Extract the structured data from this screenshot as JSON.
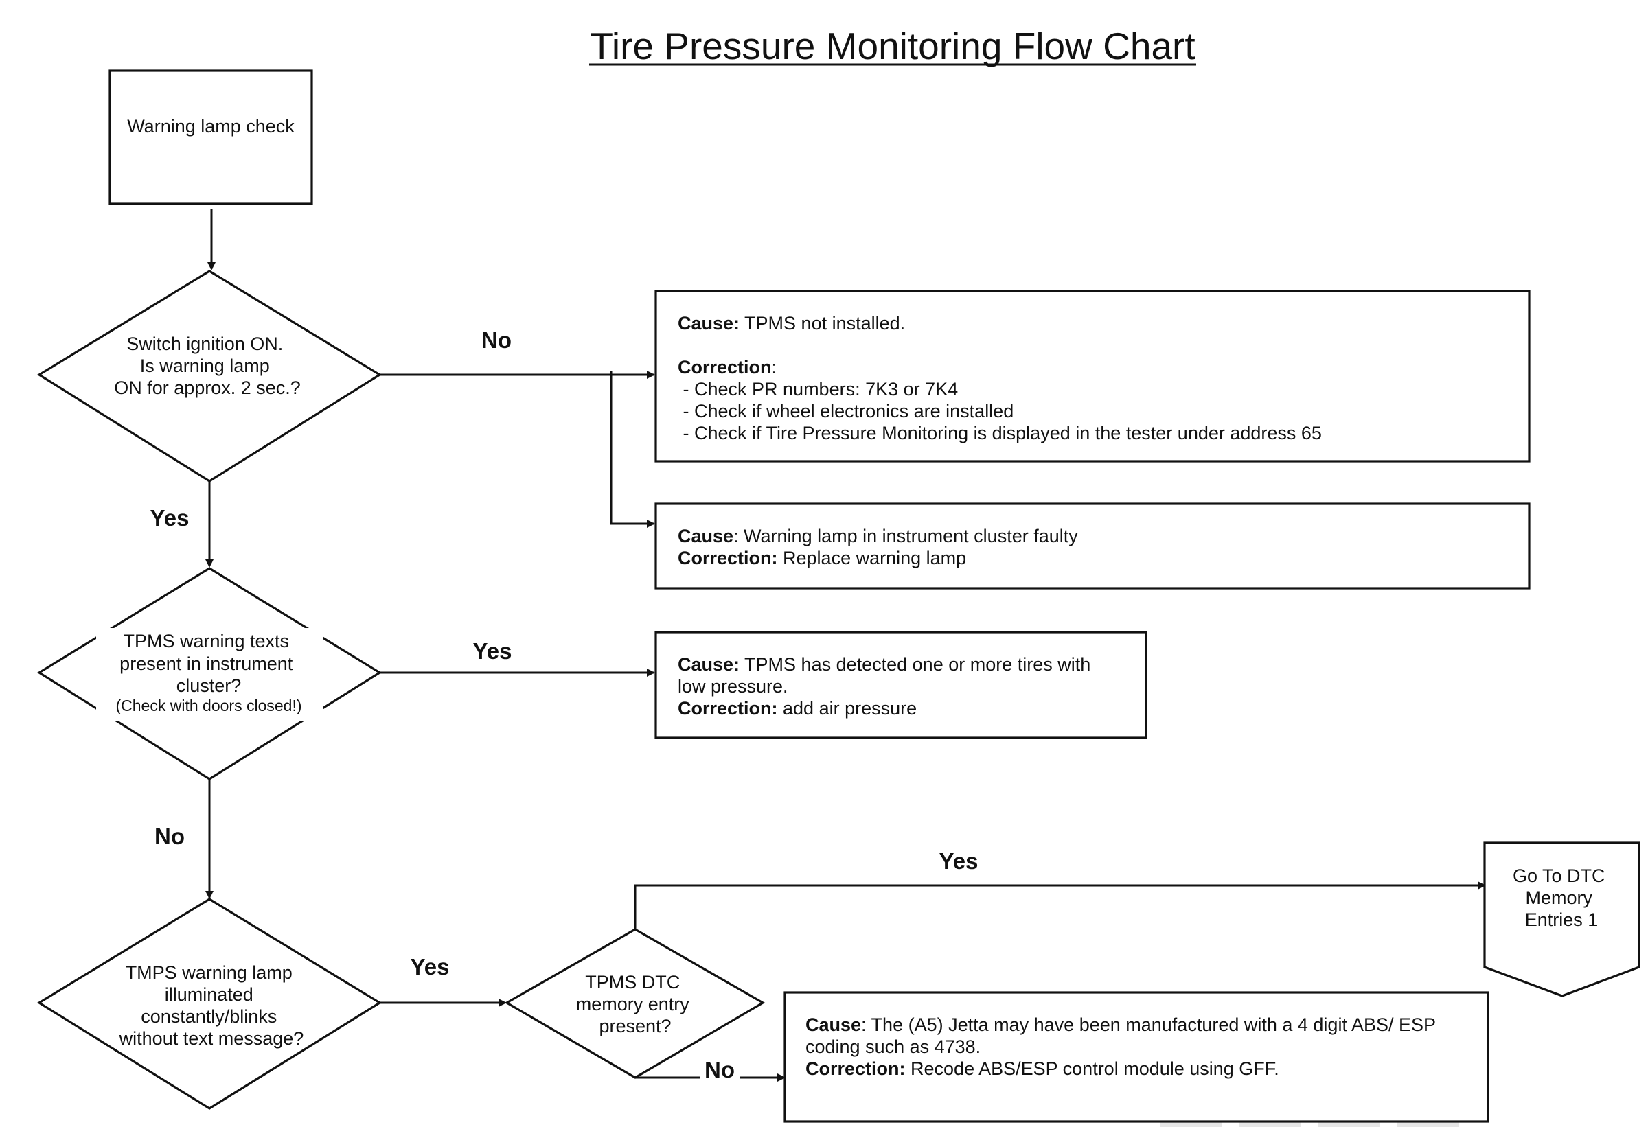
{
  "title": "Tire Pressure Monitoring Flow Chart",
  "nodes": {
    "start": "Warning lamp check",
    "d1": [
      "Switch ignition ON.",
      "Is warning lamp",
      "ON for approx. 2 sec.?"
    ],
    "d2": [
      "TPMS warning texts",
      "present in instrument",
      "cluster?",
      "(Check with doors closed!)"
    ],
    "d3": [
      "TMPS warning lamp",
      "illuminated",
      "constantly/blinks",
      "without text message?"
    ],
    "d4": [
      "TPMS DTC",
      "memory entry",
      "present?"
    ],
    "goto": [
      "Go To DTC",
      "Memory",
      "Entries 1"
    ]
  },
  "boxes": {
    "box1": {
      "cause_label": "Cause:",
      "cause_text": " TPMS not installed.",
      "correction_label": "Correction",
      "correction_suffix": ":",
      "items": [
        " - Check PR numbers: 7K3 or 7K4",
        " - Check if wheel electronics are installed",
        " - Check if Tire Pressure Monitoring is displayed in the tester under address 65"
      ]
    },
    "box2": {
      "cause_label": "Cause",
      "cause_text": ": Warning lamp in instrument cluster faulty",
      "correction_label": "Correction:",
      "correction_text": " Replace warning lamp"
    },
    "box3": {
      "cause_label": "Cause:",
      "cause_text": " TPMS has detected one or more tires with",
      "cause_text2": "low pressure.",
      "correction_label": "Correction:",
      "correction_text": " add air pressure"
    },
    "box4": {
      "cause_label": "Cause",
      "cause_text": ": The (A5) Jetta may have been manufactured with a 4 digit ABS/ ESP",
      "cause_text2": "coding such as 4738.",
      "correction_label": "Correction:",
      "correction_text": " Recode ABS/ESP control module using GFF."
    }
  },
  "edge_labels": {
    "d1_no": "No",
    "d1_yes": "Yes",
    "d2_yes": "Yes",
    "d2_no": "No",
    "d3_yes": "Yes",
    "d4_yes": "Yes",
    "d4_no": "No"
  }
}
